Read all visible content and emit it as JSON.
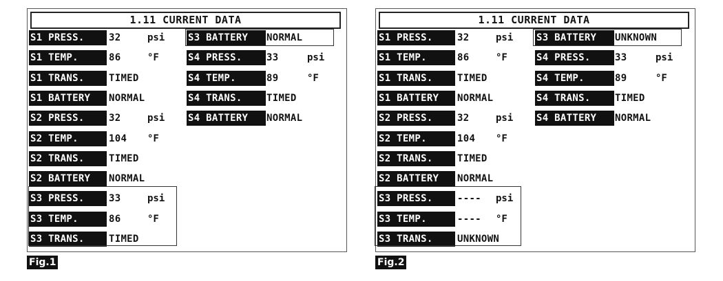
{
  "panels": [
    {
      "title": "1.11 CURRENT DATA",
      "figure_label": "Fig.1",
      "left_column": [
        {
          "label": "S1 PRESS.",
          "value": "32",
          "unit": "psi"
        },
        {
          "label": "S1 TEMP.",
          "value": "86",
          "unit": "°F"
        },
        {
          "label": "S1 TRANS.",
          "value": "TIMED",
          "unit": ""
        },
        {
          "label": "S1 BATTERY",
          "value": "NORMAL",
          "unit": ""
        },
        {
          "label": "S2 PRESS.",
          "value": "32",
          "unit": "psi"
        },
        {
          "label": "S2 TEMP.",
          "value": "104",
          "unit": "°F"
        },
        {
          "label": "S2 TRANS.",
          "value": "TIMED",
          "unit": ""
        },
        {
          "label": "S2 BATTERY",
          "value": "NORMAL",
          "unit": ""
        },
        {
          "label": "S3 PRESS.",
          "value": "33",
          "unit": "psi"
        },
        {
          "label": "S3 TEMP.",
          "value": "86",
          "unit": "°F"
        },
        {
          "label": "S3 TRANS.",
          "value": "TIMED",
          "unit": ""
        }
      ],
      "right_column": [
        {
          "label": "S3 BATTERY",
          "value": "NORMAL",
          "unit": ""
        },
        {
          "label": "S4 PRESS.",
          "value": "33",
          "unit": "psi"
        },
        {
          "label": "S4 TEMP.",
          "value": "89",
          "unit": "°F"
        },
        {
          "label": "S4 TRANS.",
          "value": "TIMED",
          "unit": ""
        },
        {
          "label": "S4 BATTERY",
          "value": "NORMAL",
          "unit": ""
        }
      ]
    },
    {
      "title": "1.11 CURRENT DATA",
      "figure_label": "Fig.2",
      "left_column": [
        {
          "label": "S1 PRESS.",
          "value": "32",
          "unit": "psi"
        },
        {
          "label": "S1 TEMP.",
          "value": "86",
          "unit": "°F"
        },
        {
          "label": "S1 TRANS.",
          "value": "TIMED",
          "unit": ""
        },
        {
          "label": "S1 BATTERY",
          "value": "NORMAL",
          "unit": ""
        },
        {
          "label": "S2 PRESS.",
          "value": "32",
          "unit": "psi"
        },
        {
          "label": "S2 TEMP.",
          "value": "104",
          "unit": "°F"
        },
        {
          "label": "S2 TRANS.",
          "value": "TIMED",
          "unit": ""
        },
        {
          "label": "S2 BATTERY",
          "value": "NORMAL",
          "unit": ""
        },
        {
          "label": "S3 PRESS.",
          "value": "----",
          "unit": "psi"
        },
        {
          "label": "S3 TEMP.",
          "value": "----",
          "unit": "°F"
        },
        {
          "label": "S3 TRANS.",
          "value": "UNKNOWN",
          "unit": ""
        }
      ],
      "right_column": [
        {
          "label": "S3 BATTERY",
          "value": "UNKNOWN",
          "unit": ""
        },
        {
          "label": "S4 PRESS.",
          "value": "33",
          "unit": "psi"
        },
        {
          "label": "S4 TEMP.",
          "value": "89",
          "unit": "°F"
        },
        {
          "label": "S4 TRANS.",
          "value": "TIMED",
          "unit": ""
        },
        {
          "label": "S4 BATTERY",
          "value": "NORMAL",
          "unit": ""
        }
      ]
    }
  ]
}
